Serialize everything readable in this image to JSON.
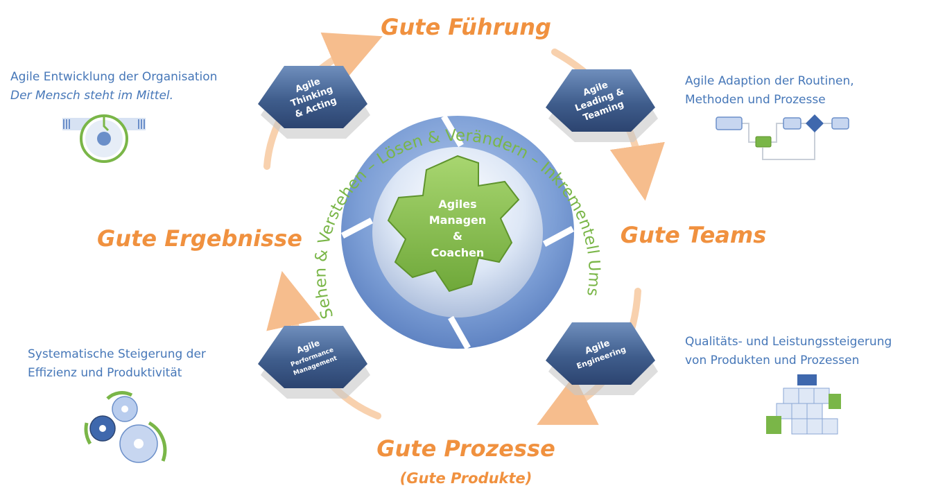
{
  "titles": {
    "fuehrung": "Gute Führung",
    "teams": "Gute Teams",
    "prozesse": "Gute Prozesse",
    "produkte": "(Gute Produkte)",
    "ergebnisse": "Gute Ergebnisse"
  },
  "center": {
    "line1": "Agiles",
    "line2": "Managen",
    "line3": "&",
    "line4": "Coachen"
  },
  "ring_text": "Sehen & Verstehen – Lösen & Verändern – Inkrementell Umsetzen & Wirkung erzielen –",
  "hexagons": {
    "thinking": [
      "Agile",
      "Thinking",
      "& Acting"
    ],
    "leading": [
      "Agile",
      "Leading &",
      "Teaming"
    ],
    "performance": [
      "Agile",
      "Performance",
      "Management"
    ],
    "engineering": [
      "Agile",
      "Engineering"
    ]
  },
  "descriptions": {
    "top_left": {
      "line1": "Agile Entwicklung der Organisation",
      "line2": "Der Mensch steht im Mittel."
    },
    "top_right": {
      "line1": "Agile Adaption der Routinen,",
      "line2": "Methoden und Prozesse"
    },
    "bottom_left": {
      "line1": "Systematische Steigerung der",
      "line2": "Effizienz und Produktivität"
    },
    "bottom_right": {
      "line1": "Qualitäts- und Leistungssteigerung",
      "line2": "von Produkten und Prozessen"
    }
  },
  "colors": {
    "orange": "#f0913f",
    "blue_text": "#4677b8",
    "green": "#7ab648",
    "ring_blue": "#7d9fd6",
    "hex_dark": "#3f5d8c"
  },
  "icons": {
    "top_left": "person-circle-icon",
    "top_right": "process-flow-icon",
    "bottom_left": "gears-icon",
    "bottom_right": "cube-blocks-icon"
  }
}
